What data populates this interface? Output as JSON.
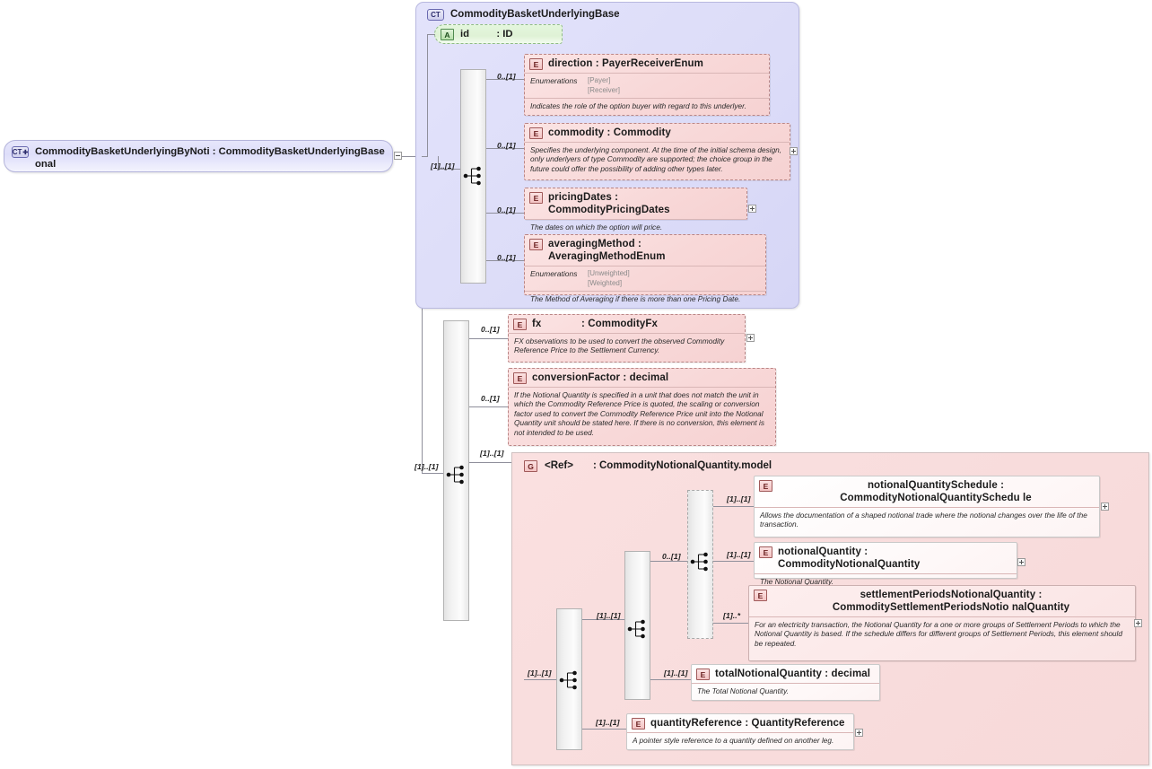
{
  "diagram": {
    "type": "xsd-schema-diagram",
    "root": {
      "kind": "CT",
      "badge": "CT",
      "name": "CommodityBasketUnderlyingByNotional",
      "type": "CommodityBasketUnderlyingBase",
      "label": "CommodityBasketUnderlyingByNoti : CommodityBasketUnderlyingBase",
      "label_line1": "CommodityBasketUnderlyingByNoti : CommodityBasketUnderlyingBase",
      "label_line2": "onal"
    },
    "complex_type": {
      "badge": "CT",
      "title": "CommodityBasketUnderlyingBase",
      "attribute": {
        "badge": "A",
        "name": "id",
        "type": ": ID"
      },
      "sequence_cardinality": "[1]..[1]",
      "children": [
        {
          "badge": "E",
          "title": "direction : PayerReceiverEnum",
          "cardinality": "0..[1]",
          "enum_label": "Enumerations",
          "enum_values": [
            "[Payer]",
            "[Receiver]"
          ],
          "desc": "Indicates the role of the option buyer with regard to this underlyer."
        },
        {
          "badge": "E",
          "title": "commodity : Commodity",
          "cardinality": "0..[1]",
          "desc": "Specifies the underlying component. At the time of the initial schema design, only underlyers of type Commodity are supported; the choice group in the future could offer the possibility of adding other types later.",
          "expandable": true
        },
        {
          "badge": "E",
          "title": "pricingDates : CommodityPricingDates",
          "cardinality": "0..[1]",
          "desc": "The dates on which the option will price.",
          "expandable": true
        },
        {
          "badge": "E",
          "title": "averagingMethod : AveragingMethodEnum",
          "cardinality": "0..[1]",
          "enum_label": "Enumerations",
          "enum_values": [
            "[Unweighted]",
            "[Weighted]"
          ],
          "desc": "The Method of Averaging if there is more than one Pricing Date."
        }
      ]
    },
    "outer_sequence_cardinality": "[1]..[1]",
    "outer_children": [
      {
        "badge": "E",
        "title_name": "fx",
        "title_type": ": CommodityFx",
        "title": "fx            : CommodityFx",
        "cardinality": "0..[1]",
        "desc": "FX observations to be used to convert the observed Commodity Reference Price to the Settlement Currency.",
        "expandable": true
      },
      {
        "badge": "E",
        "title": "conversionFactor : decimal",
        "cardinality": "0..[1]",
        "desc": "If the Notional Quantity is specified in a unit that does not match the unit in which the Commodity Reference Price is quoted, the scaling or conversion factor used to convert the Commodity Reference Price unit into the Notional Quantity unit should be stated here. If there is no conversion, this element is not intended to be used."
      }
    ],
    "group": {
      "badge": "G",
      "ref_label": "<Ref>",
      "title": ": CommodityNotionalQuantity.model",
      "cardinality": "[1]..[1]",
      "outer_sequence_cardinality": "[1]..[1]",
      "inner_sequence_cardinality": "[1]..[1]",
      "choice_cardinality": "0..[1]",
      "items": [
        {
          "badge": "E",
          "title": "notionalQuantitySchedule : CommodityNotionalQuantitySchedu",
          "title_wrap": "le",
          "cardinality": "[1]..[1]",
          "desc": "Allows the documentation of a shaped notional trade where the notional changes over the life of the transaction.",
          "expandable": true
        },
        {
          "badge": "E",
          "title": "notionalQuantity : CommodityNotionalQuantity",
          "cardinality": "[1]..[1]",
          "desc": "The Notional Quantity.",
          "expandable": true
        },
        {
          "badge": "E",
          "title": "settlementPeriodsNotionalQuantity : CommoditySettlementPeriodsNotio",
          "title_wrap": "nalQuantity",
          "cardinality": "[1]..*",
          "desc": "For an electricity transaction, the Notional Quantity for a one or more groups of Settlement Periods to which the Notional Quantity is based. If the schedule differs for different groups of Settlement Periods, this element should be repeated.",
          "expandable": true
        },
        {
          "badge": "E",
          "title": "totalNotionalQuantity : decimal",
          "cardinality": "[1]..[1]",
          "desc": "The Total Notional Quantity."
        },
        {
          "badge": "E",
          "title": "quantityReference : QuantityReference",
          "cardinality": "[1]..[1]",
          "desc": "A pointer style reference to a quantity defined on another leg.",
          "expandable": true
        }
      ]
    },
    "colors": {
      "element_fill": "#f8d8d8",
      "element_border": "#b98686",
      "complextype_fill": "#dcdcf8",
      "complextype_border": "#b9b9e0",
      "attribute_fill": "#dff2d6",
      "attribute_border": "#8fbb86",
      "group_fill": "#f8dcdc",
      "connector_line": "#8f8f9b",
      "compositor_fill": "#f2f2f2"
    }
  }
}
